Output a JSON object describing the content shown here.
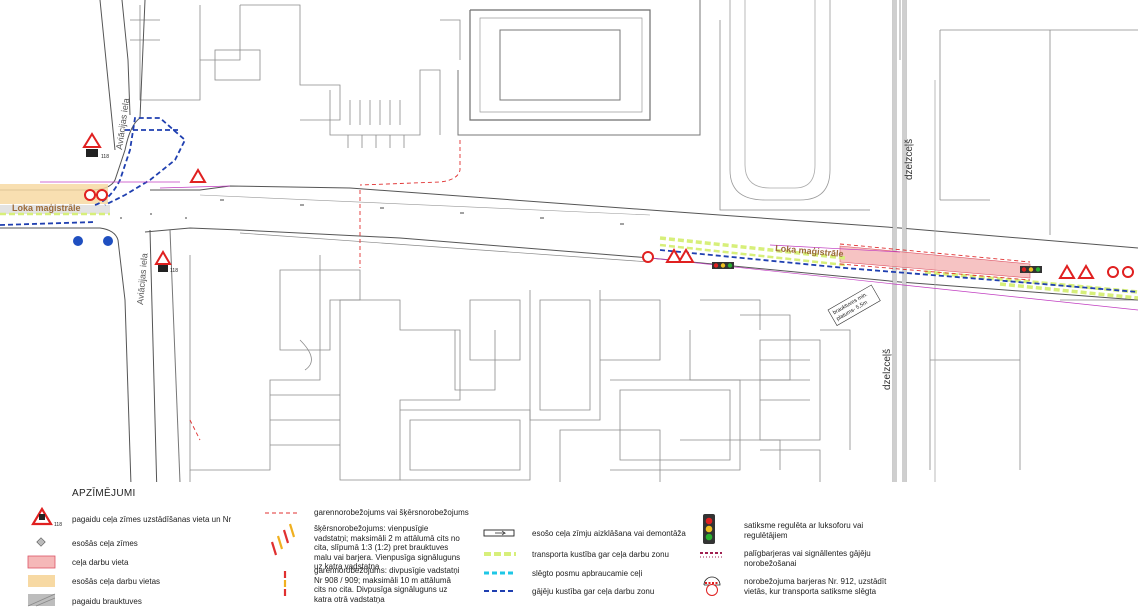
{
  "map": {
    "labels": {
      "street_left": "Aviācijas iela",
      "street_left_lower": "Aviācijas iela",
      "main_road_left": "Loka maģistrāle",
      "main_road_right": "Loka maģistrāle",
      "railway_top": "dzelzceļš",
      "railway_bottom": "dzelzceļš",
      "sign_number_a": "118",
      "sign_number_b": "118",
      "box_note_line1": "brauktuves min.",
      "box_note_line2": "platums- 5,5m"
    },
    "colors": {
      "work_area": "#f5b8b8",
      "existing_work": "#f7d9a3",
      "temp_carriageway": "#bdbdbd",
      "traffic_zone": "#d7ef7a",
      "closed_section": "#1ec7e6",
      "pedestrian_route": "#1f3fb0",
      "fence": "#e03030"
    }
  },
  "legend": {
    "title": "APZĪMĒJUMI",
    "items": [
      {
        "text": "pagaidu ceļa zīmes uzstādīšanas vieta un Nr",
        "num": "118"
      },
      {
        "text": "esošās ceļa zīmes"
      },
      {
        "text": "ceļa darbu vieta"
      },
      {
        "text": "esošās ceļa darbu vietas"
      },
      {
        "text": "pagaidu brauktuves"
      },
      {
        "text": "garennorobežojums vai šķērsnorobežojums"
      },
      {
        "text": "šķērsnorobežojums: vienpusīgie vadstatņi; maksimāli 2 m attālumā cits no cita, slīpumā 1:3 (1:2) pret brauktuves malu vai barjera. Vienpusīga signāluguns uz katra vadstatņa"
      },
      {
        "text": "garennorobežojums: divpusīgie vadstatņi Nr 908 / 909; maksimāli 10 m attālumā cits no cita. Divpusīga signāluguns uz katra otrā vadstatņa"
      },
      {
        "text": "esošo ceļa zīmju aizklāšana vai demontāža"
      },
      {
        "text": "transporta kustība gar ceļa darbu zonu"
      },
      {
        "text": "slēgto posmu apbraucamie ceļi"
      },
      {
        "text": "gājēju kustība gar ceļa darbu zonu"
      },
      {
        "text": "satiksme regulēta ar luksoforu vai regulētājiem"
      },
      {
        "text": "palīgbarjeras vai signāllentes gājēju norobežošanai"
      },
      {
        "text": "norobežojuma barjeras Nr. 912, uzstādīt vietās, kur transporta satiksme slēgta"
      }
    ]
  }
}
